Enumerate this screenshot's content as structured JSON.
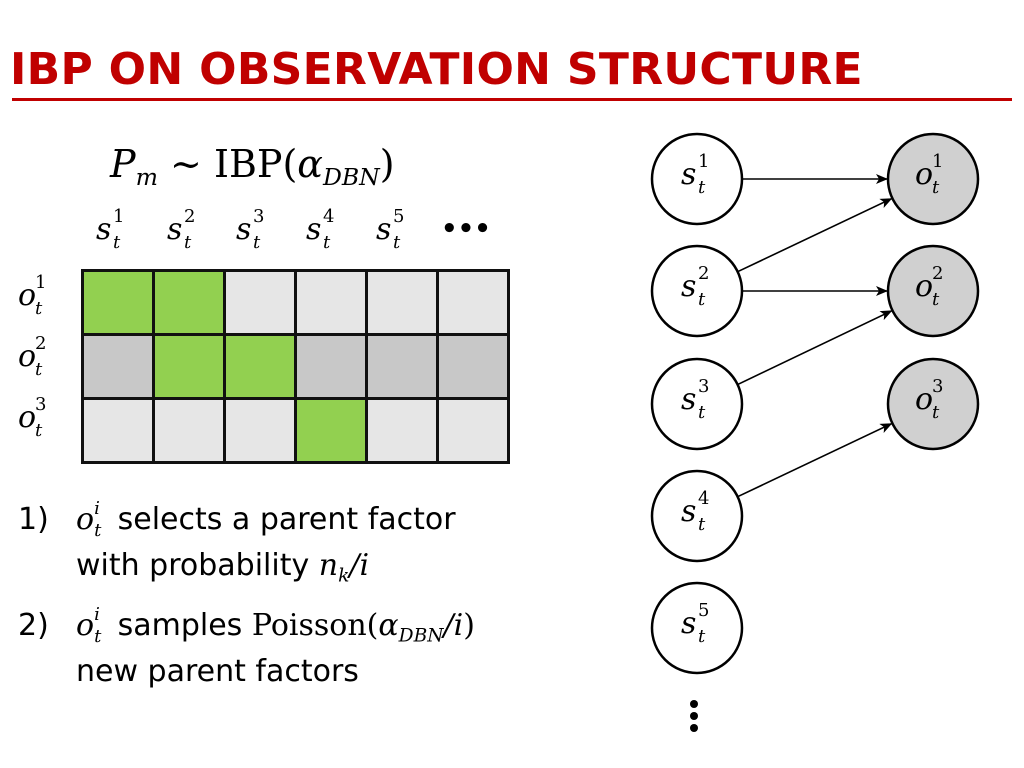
{
  "title": "IBP ON OBSERVATION STRUCTURE",
  "formula": {
    "lhs": "P",
    "lhs_sub": "m",
    "relation": "∼",
    "fn": "IBP",
    "arg": "α",
    "arg_sub": "DBN"
  },
  "matrix": {
    "columns": [
      {
        "var": "s",
        "sup": "1",
        "sub": "t"
      },
      {
        "var": "s",
        "sup": "2",
        "sub": "t"
      },
      {
        "var": "s",
        "sup": "3",
        "sub": "t"
      },
      {
        "var": "s",
        "sup": "4",
        "sub": "t"
      },
      {
        "var": "s",
        "sup": "5",
        "sub": "t"
      }
    ],
    "column_ellipsis": "•••",
    "rows": [
      {
        "var": "o",
        "sup": "1",
        "sub": "t"
      },
      {
        "var": "o",
        "sup": "2",
        "sub": "t"
      },
      {
        "var": "o",
        "sup": "3",
        "sub": "t"
      }
    ],
    "active": [
      [
        1,
        1,
        0,
        0,
        0,
        0
      ],
      [
        0,
        1,
        1,
        0,
        0,
        0
      ],
      [
        0,
        0,
        0,
        1,
        0,
        0
      ]
    ],
    "colors": {
      "active": "#92d050",
      "row_light": "#e6e6e6",
      "row_dark": "#c8c8c8"
    }
  },
  "steps": [
    {
      "number": "1)",
      "var": "o",
      "sup": "i",
      "sub": "t",
      "text_a": "selects a parent factor",
      "text_b": "with probability",
      "math_b": "n",
      "math_b_sub": "k",
      "math_b_tail": "/i"
    },
    {
      "number": "2)",
      "var": "o",
      "sup": "i",
      "sub": "t",
      "text_a": "samples",
      "math_a_fn": "Poisson",
      "math_a_arg": "α",
      "math_a_arg_sub": "DBN",
      "math_a_tail": "/i",
      "text_b": "new parent factors"
    }
  ],
  "graph": {
    "parents": [
      {
        "var": "s",
        "sup": "1",
        "sub": "t"
      },
      {
        "var": "s",
        "sup": "2",
        "sub": "t"
      },
      {
        "var": "s",
        "sup": "3",
        "sub": "t"
      },
      {
        "var": "s",
        "sup": "4",
        "sub": "t"
      },
      {
        "var": "s",
        "sup": "5",
        "sub": "t"
      }
    ],
    "children": [
      {
        "var": "o",
        "sup": "1",
        "sub": "t"
      },
      {
        "var": "o",
        "sup": "2",
        "sub": "t"
      },
      {
        "var": "o",
        "sup": "3",
        "sub": "t"
      }
    ],
    "edges": [
      [
        0,
        0
      ],
      [
        1,
        0
      ],
      [
        1,
        1
      ],
      [
        2,
        1
      ],
      [
        3,
        2
      ]
    ],
    "colors": {
      "observed_fill": "#d0d0d0",
      "latent_fill": "#ffffff",
      "stroke": "#000000"
    }
  }
}
